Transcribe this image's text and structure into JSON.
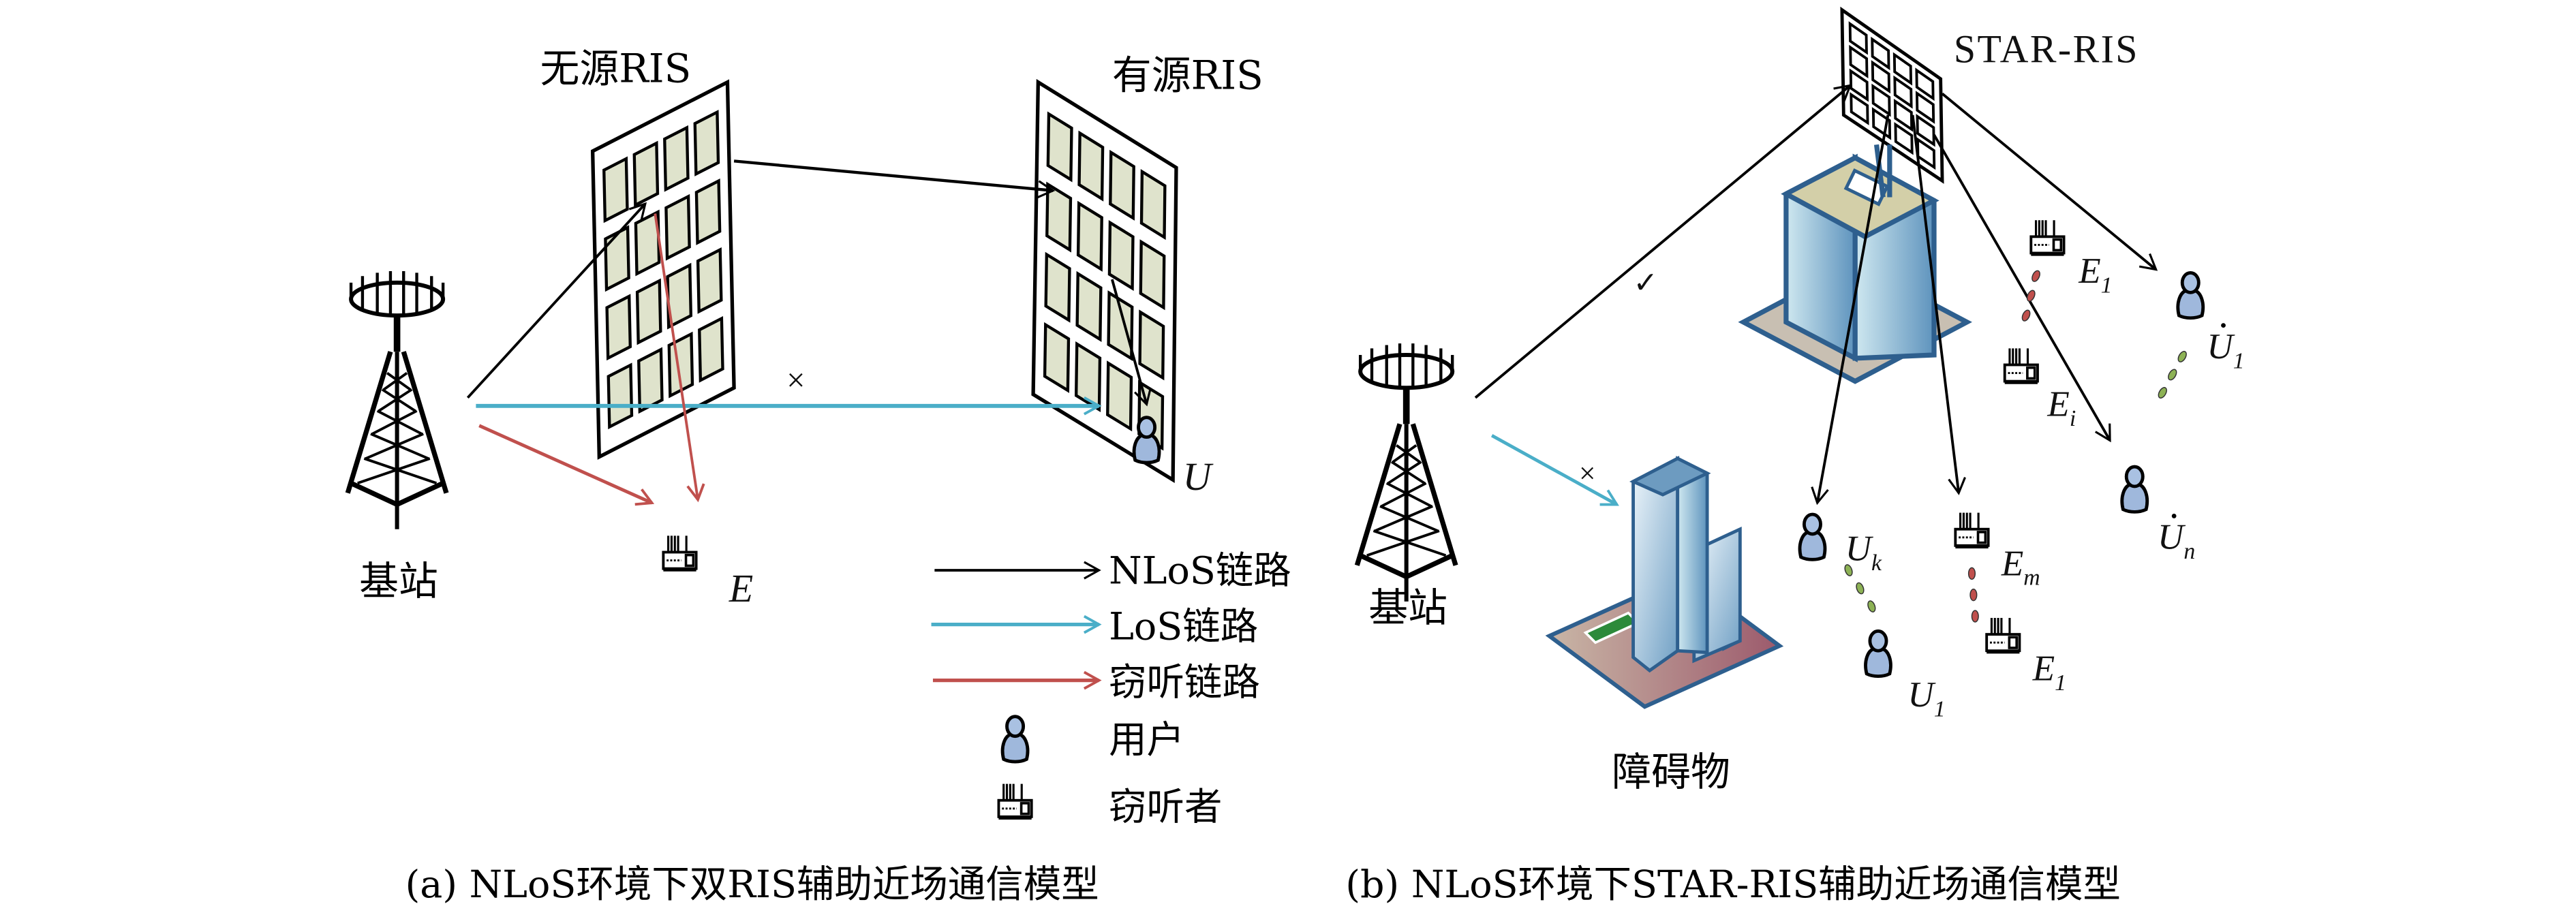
{
  "panel_a": {
    "caption": "(a) NLoS环境下双RIS辅助近场通信模型",
    "passive_ris_label": "无源RIS",
    "active_ris_label": "有源RIS",
    "base_station_label": "基站",
    "user_label": "U",
    "eavesdropper_label": "E",
    "blocked_mark": "×",
    "legend": [
      {
        "label": "NLoS链路",
        "kind": "nlos-arrow"
      },
      {
        "label": "LoS链路",
        "kind": "los-arrow"
      },
      {
        "label": "窃听链路",
        "kind": "eavesdrop-arrow"
      },
      {
        "label": "用户",
        "kind": "user-icon"
      },
      {
        "label": "窃听者",
        "kind": "eavesdropper-icon"
      }
    ]
  },
  "panel_b": {
    "caption": "(b) NLoS环境下STAR-RIS辅助近场通信模型",
    "star_ris_label": "STAR-RIS",
    "base_station_label": "基站",
    "obstacle_label": "障碍物",
    "check_mark": "✓",
    "blocked_mark": "×",
    "users_reflect": {
      "first": {
        "main": "U",
        "sub": "k"
      },
      "last": {
        "main": "U",
        "sub": "1"
      }
    },
    "eaves_reflect": {
      "first": {
        "main": "E",
        "sub": "m"
      },
      "last": {
        "main": "E",
        "sub": "1"
      }
    },
    "eaves_transmit": {
      "first": {
        "main": "E",
        "sub": "1"
      },
      "last": {
        "main": "E",
        "sub": "i"
      }
    },
    "users_transmit": {
      "first": {
        "main": "U",
        "sub": "1",
        "dot": "˙"
      },
      "last": {
        "main": "U",
        "sub": "n",
        "dot": "˙"
      }
    }
  },
  "colors": {
    "nlos": "#000000",
    "los": "#4aaec8",
    "eavesdrop": "#c0504d",
    "check": "#8db255",
    "ris_cell": "#dfe3cc",
    "user_fill": "#9fb8dc",
    "building_blue": "#2e5f8e"
  }
}
